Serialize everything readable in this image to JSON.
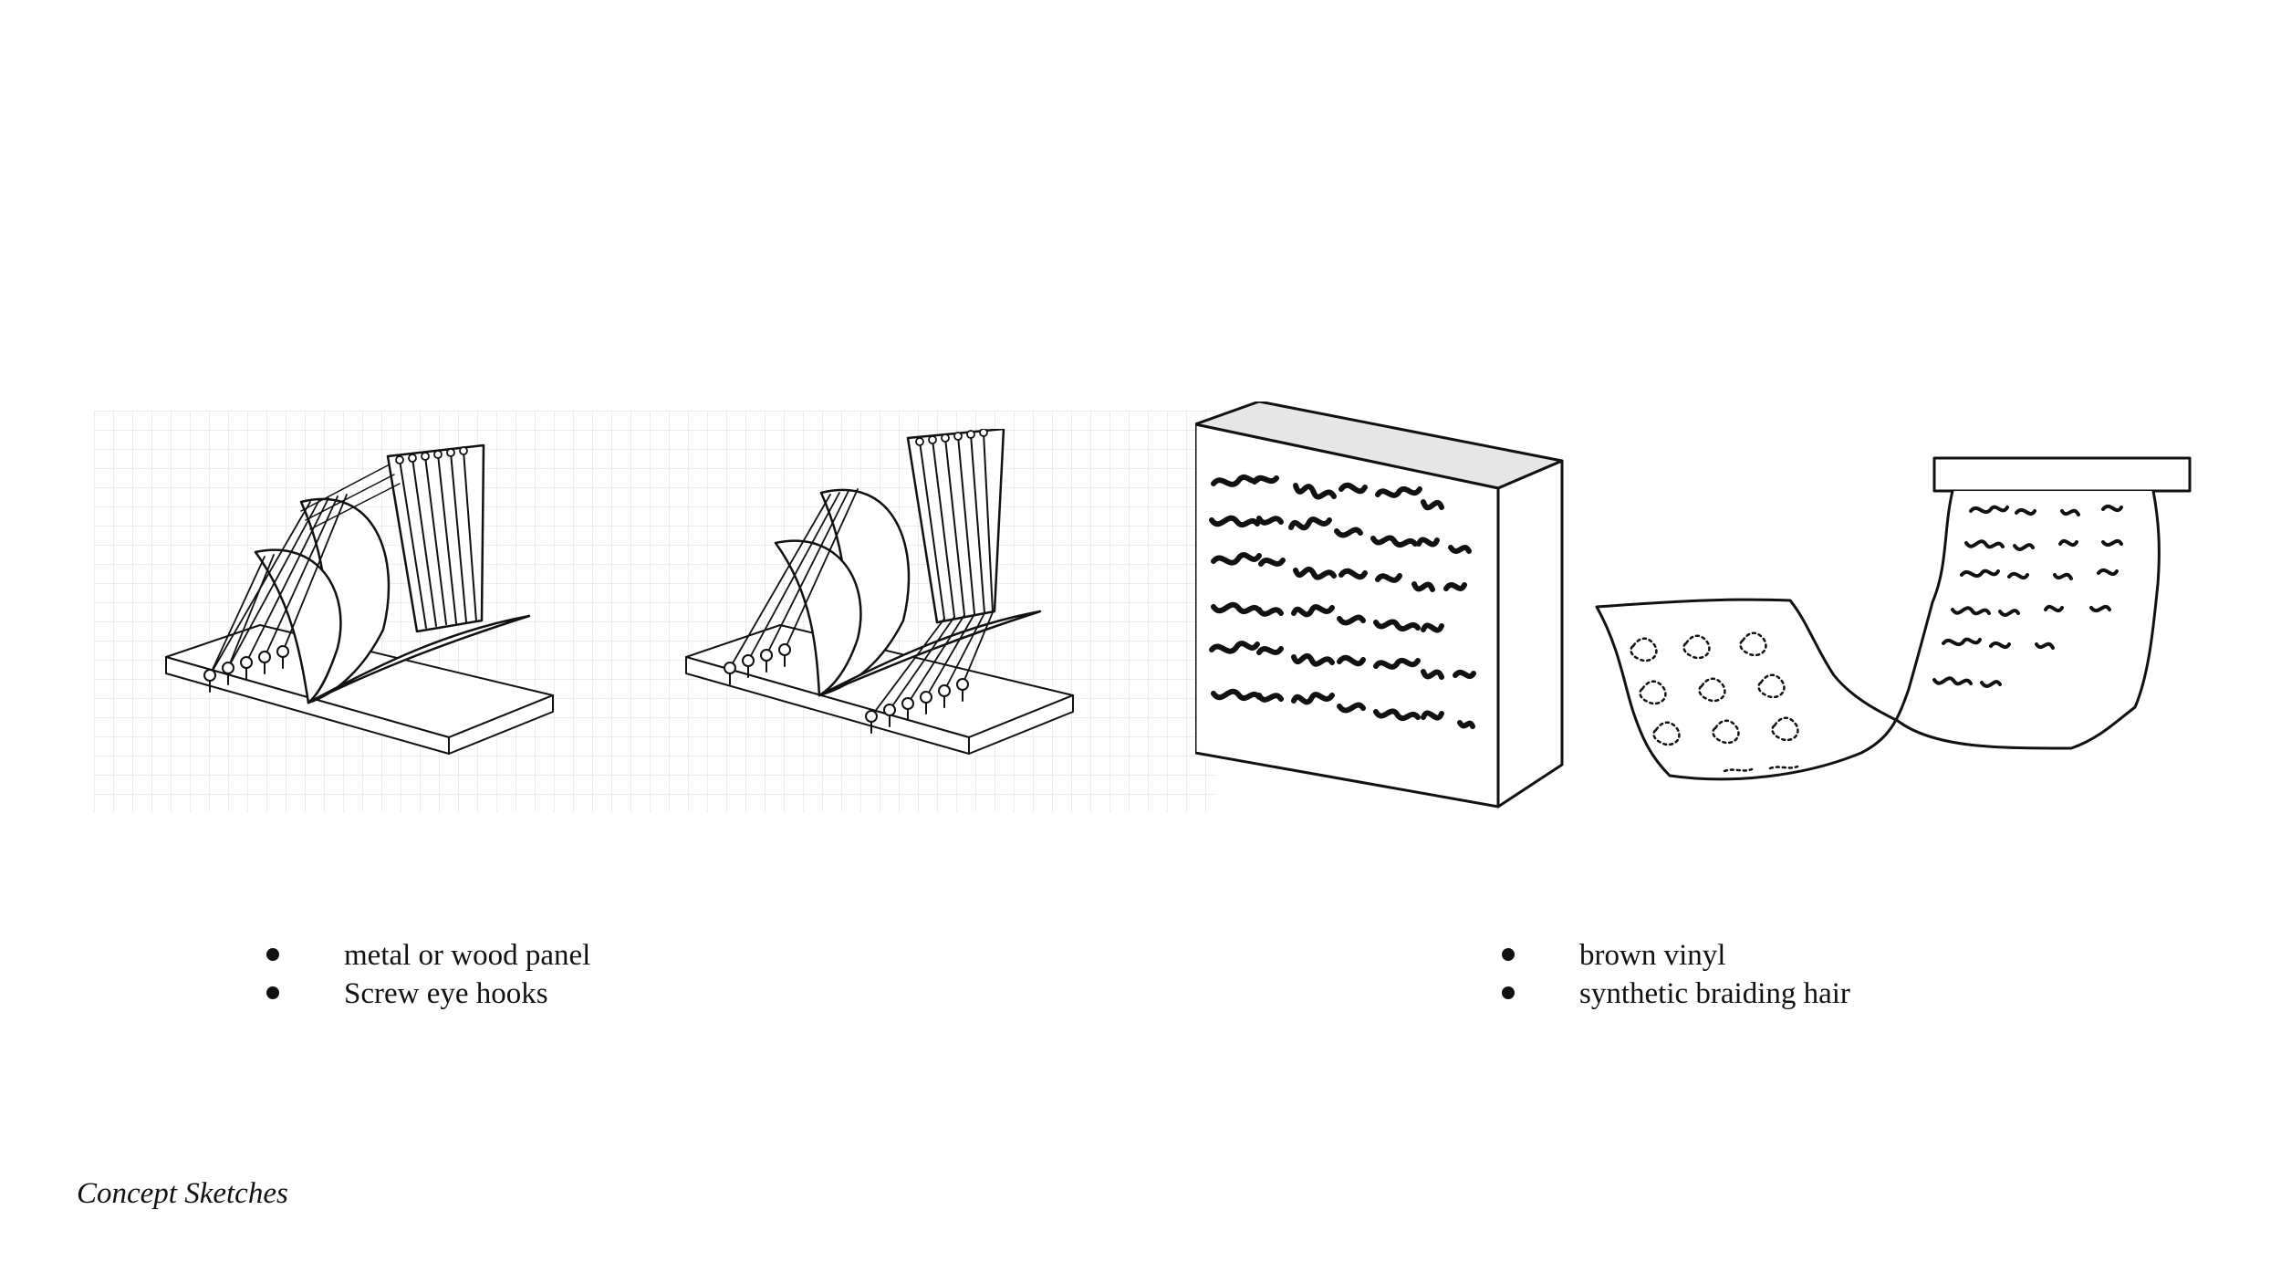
{
  "slide": {
    "caption": "Concept Sketches",
    "left_list": {
      "items": [
        "metal or wood panel",
        "Screw eye hooks"
      ]
    },
    "right_list": {
      "items": [
        "brown vinyl",
        "synthetic braiding hair"
      ]
    }
  }
}
